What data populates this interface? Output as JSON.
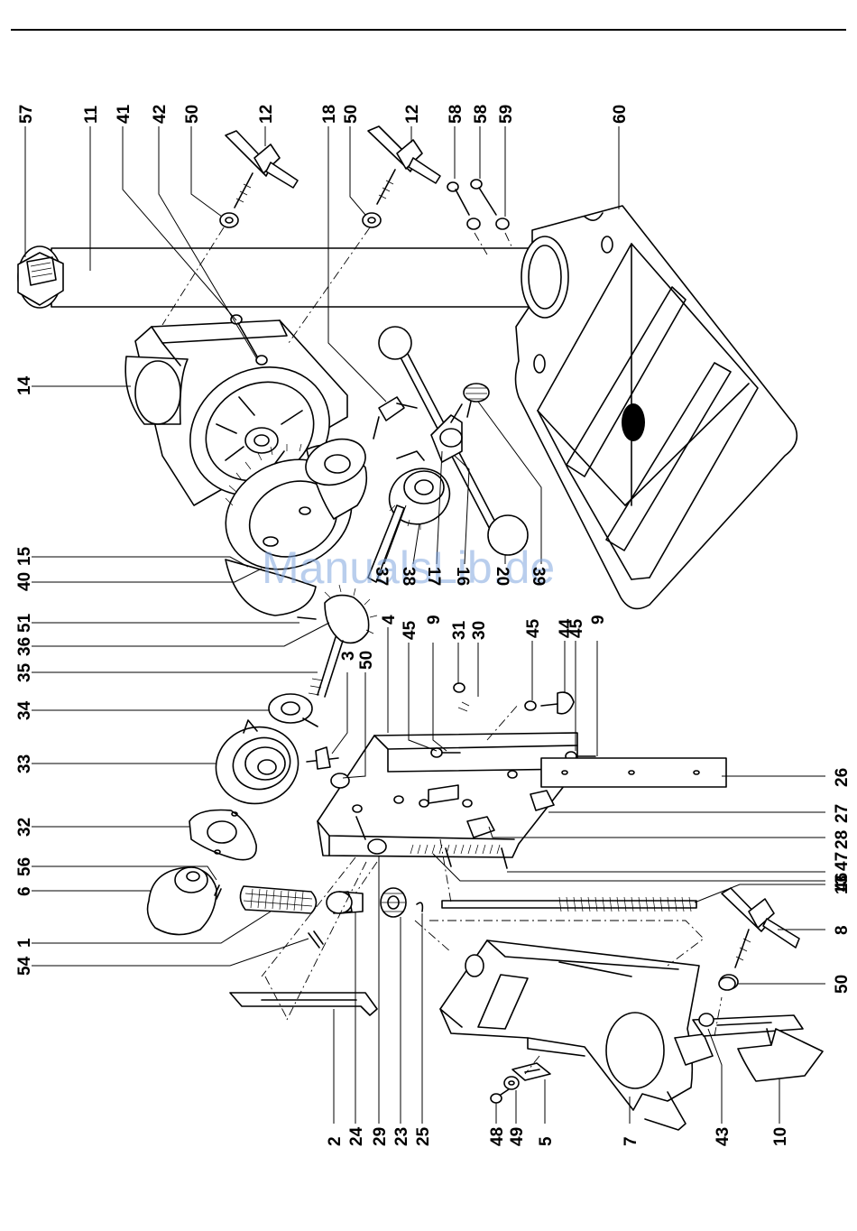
{
  "labels": {
    "p57": "57",
    "p11": "11",
    "p41": "41",
    "p42": "42",
    "p50a": "50",
    "p12a": "12",
    "p18": "18",
    "p50b": "50",
    "p12b": "12",
    "p58a": "58",
    "p58b": "58",
    "p59": "59",
    "p60": "60",
    "p14": "14",
    "p15": "15",
    "p40": "40",
    "p51": "51",
    "p36": "36",
    "p35": "35",
    "p34": "34",
    "p33": "33",
    "p32": "32",
    "p56": "56",
    "p6": "6",
    "p1": "1",
    "p54": "54",
    "p37": "37",
    "p38": "38",
    "p17": "17",
    "p16": "16",
    "p20": "20",
    "p39": "39",
    "p4": "4",
    "p45a": "45",
    "p9a": "9",
    "p31": "31",
    "p30": "30",
    "p45b": "45",
    "p44": "44",
    "p45c": "45",
    "p9b": "9",
    "p3": "3",
    "p50c": "50",
    "p26": "26",
    "p27": "27",
    "p28": "28",
    "p47": "47",
    "p46": "46",
    "p13": "13",
    "p8": "8",
    "p50d": "50",
    "p2": "2",
    "p24": "24",
    "p29": "29",
    "p23": "23",
    "p25": "25",
    "p48": "48",
    "p49": "49",
    "p5": "5",
    "p7": "7",
    "p43": "43",
    "p10": "10"
  },
  "watermark": "ManualsLib.de"
}
